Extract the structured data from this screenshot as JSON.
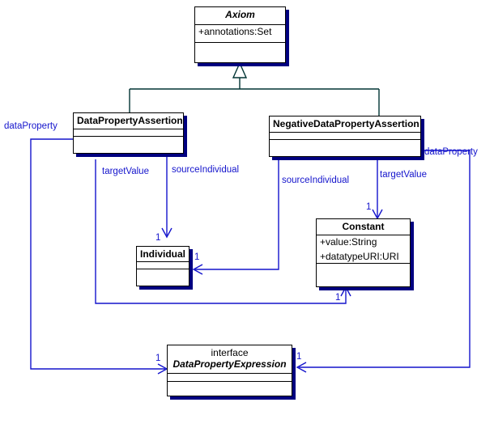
{
  "diagram": {
    "title": "UML class diagram",
    "colors": {
      "class_border": "#000000",
      "class_fill": "#ffffff",
      "class_shadow": "#000080",
      "association_line": "#1414cc",
      "generalization_line": "#003333",
      "label_text": "#1414cc"
    }
  },
  "classes": [
    {
      "id": "axiom",
      "name": "Axiom",
      "stereotype": "",
      "italic": true,
      "align": "center",
      "attributes": [
        "+annotations:Set"
      ]
    },
    {
      "id": "data-property-assertion",
      "name": "DataPropertyAssertion",
      "stereotype": "",
      "italic": false,
      "align": "left",
      "attributes": []
    },
    {
      "id": "negative-data-property-assertion",
      "name": "NegativeDataPropertyAssertion",
      "stereotype": "",
      "italic": false,
      "align": "left",
      "attributes": []
    },
    {
      "id": "constant",
      "name": "Constant",
      "stereotype": "",
      "italic": false,
      "align": "center",
      "attributes": [
        "+value:String",
        "+datatypeURI:URI"
      ]
    },
    {
      "id": "individual",
      "name": "Individual",
      "stereotype": "",
      "italic": false,
      "align": "left",
      "attributes": []
    },
    {
      "id": "data-property-expression",
      "name": "DataPropertyExpression",
      "stereotype": "interface",
      "italic": true,
      "align": "center",
      "attributes": []
    }
  ],
  "edge_labels": [
    {
      "id": "dataproperty-left",
      "text": "dataProperty"
    },
    {
      "id": "dataproperty-right",
      "text": "dataProperty"
    },
    {
      "id": "targetvalue-left",
      "text": "targetValue"
    },
    {
      "id": "sourceindividual-left",
      "text": "sourceIndividual"
    },
    {
      "id": "sourceindividual-right",
      "text": "sourceIndividual"
    },
    {
      "id": "targetvalue-right",
      "text": "targetValue"
    }
  ],
  "multiplicities": [
    {
      "id": "mult-individual-top",
      "text": "1"
    },
    {
      "id": "mult-individual-right",
      "text": "1"
    },
    {
      "id": "mult-constant-top",
      "text": "1"
    },
    {
      "id": "mult-constant-bottom",
      "text": "1"
    },
    {
      "id": "mult-dpe-left",
      "text": "1"
    },
    {
      "id": "mult-dpe-right",
      "text": "1"
    }
  ]
}
